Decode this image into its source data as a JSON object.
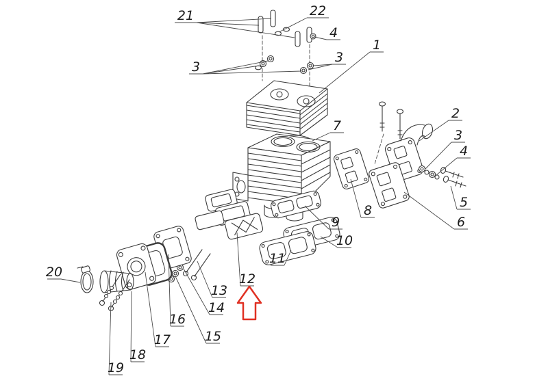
{
  "diagram": {
    "line_color": "#3a3a3a",
    "label_color": "#1c1c1c",
    "arrow_color": "#e03022",
    "background": "#ffffff"
  },
  "parts": {
    "p21": "21",
    "p22": "22",
    "p4a": "4",
    "p3a": "3",
    "p3b": "3",
    "p1": "1",
    "p7": "7",
    "p2": "2",
    "p3c": "3",
    "p4b": "4",
    "p5": "5",
    "p8": "8",
    "p6": "6",
    "p9": "9",
    "p10": "10",
    "p11": "11",
    "p12": "12",
    "p13": "13",
    "p14": "14",
    "p15": "15",
    "p16": "16",
    "p17": "17",
    "p18": "18",
    "p19": "19",
    "p20": "20"
  }
}
